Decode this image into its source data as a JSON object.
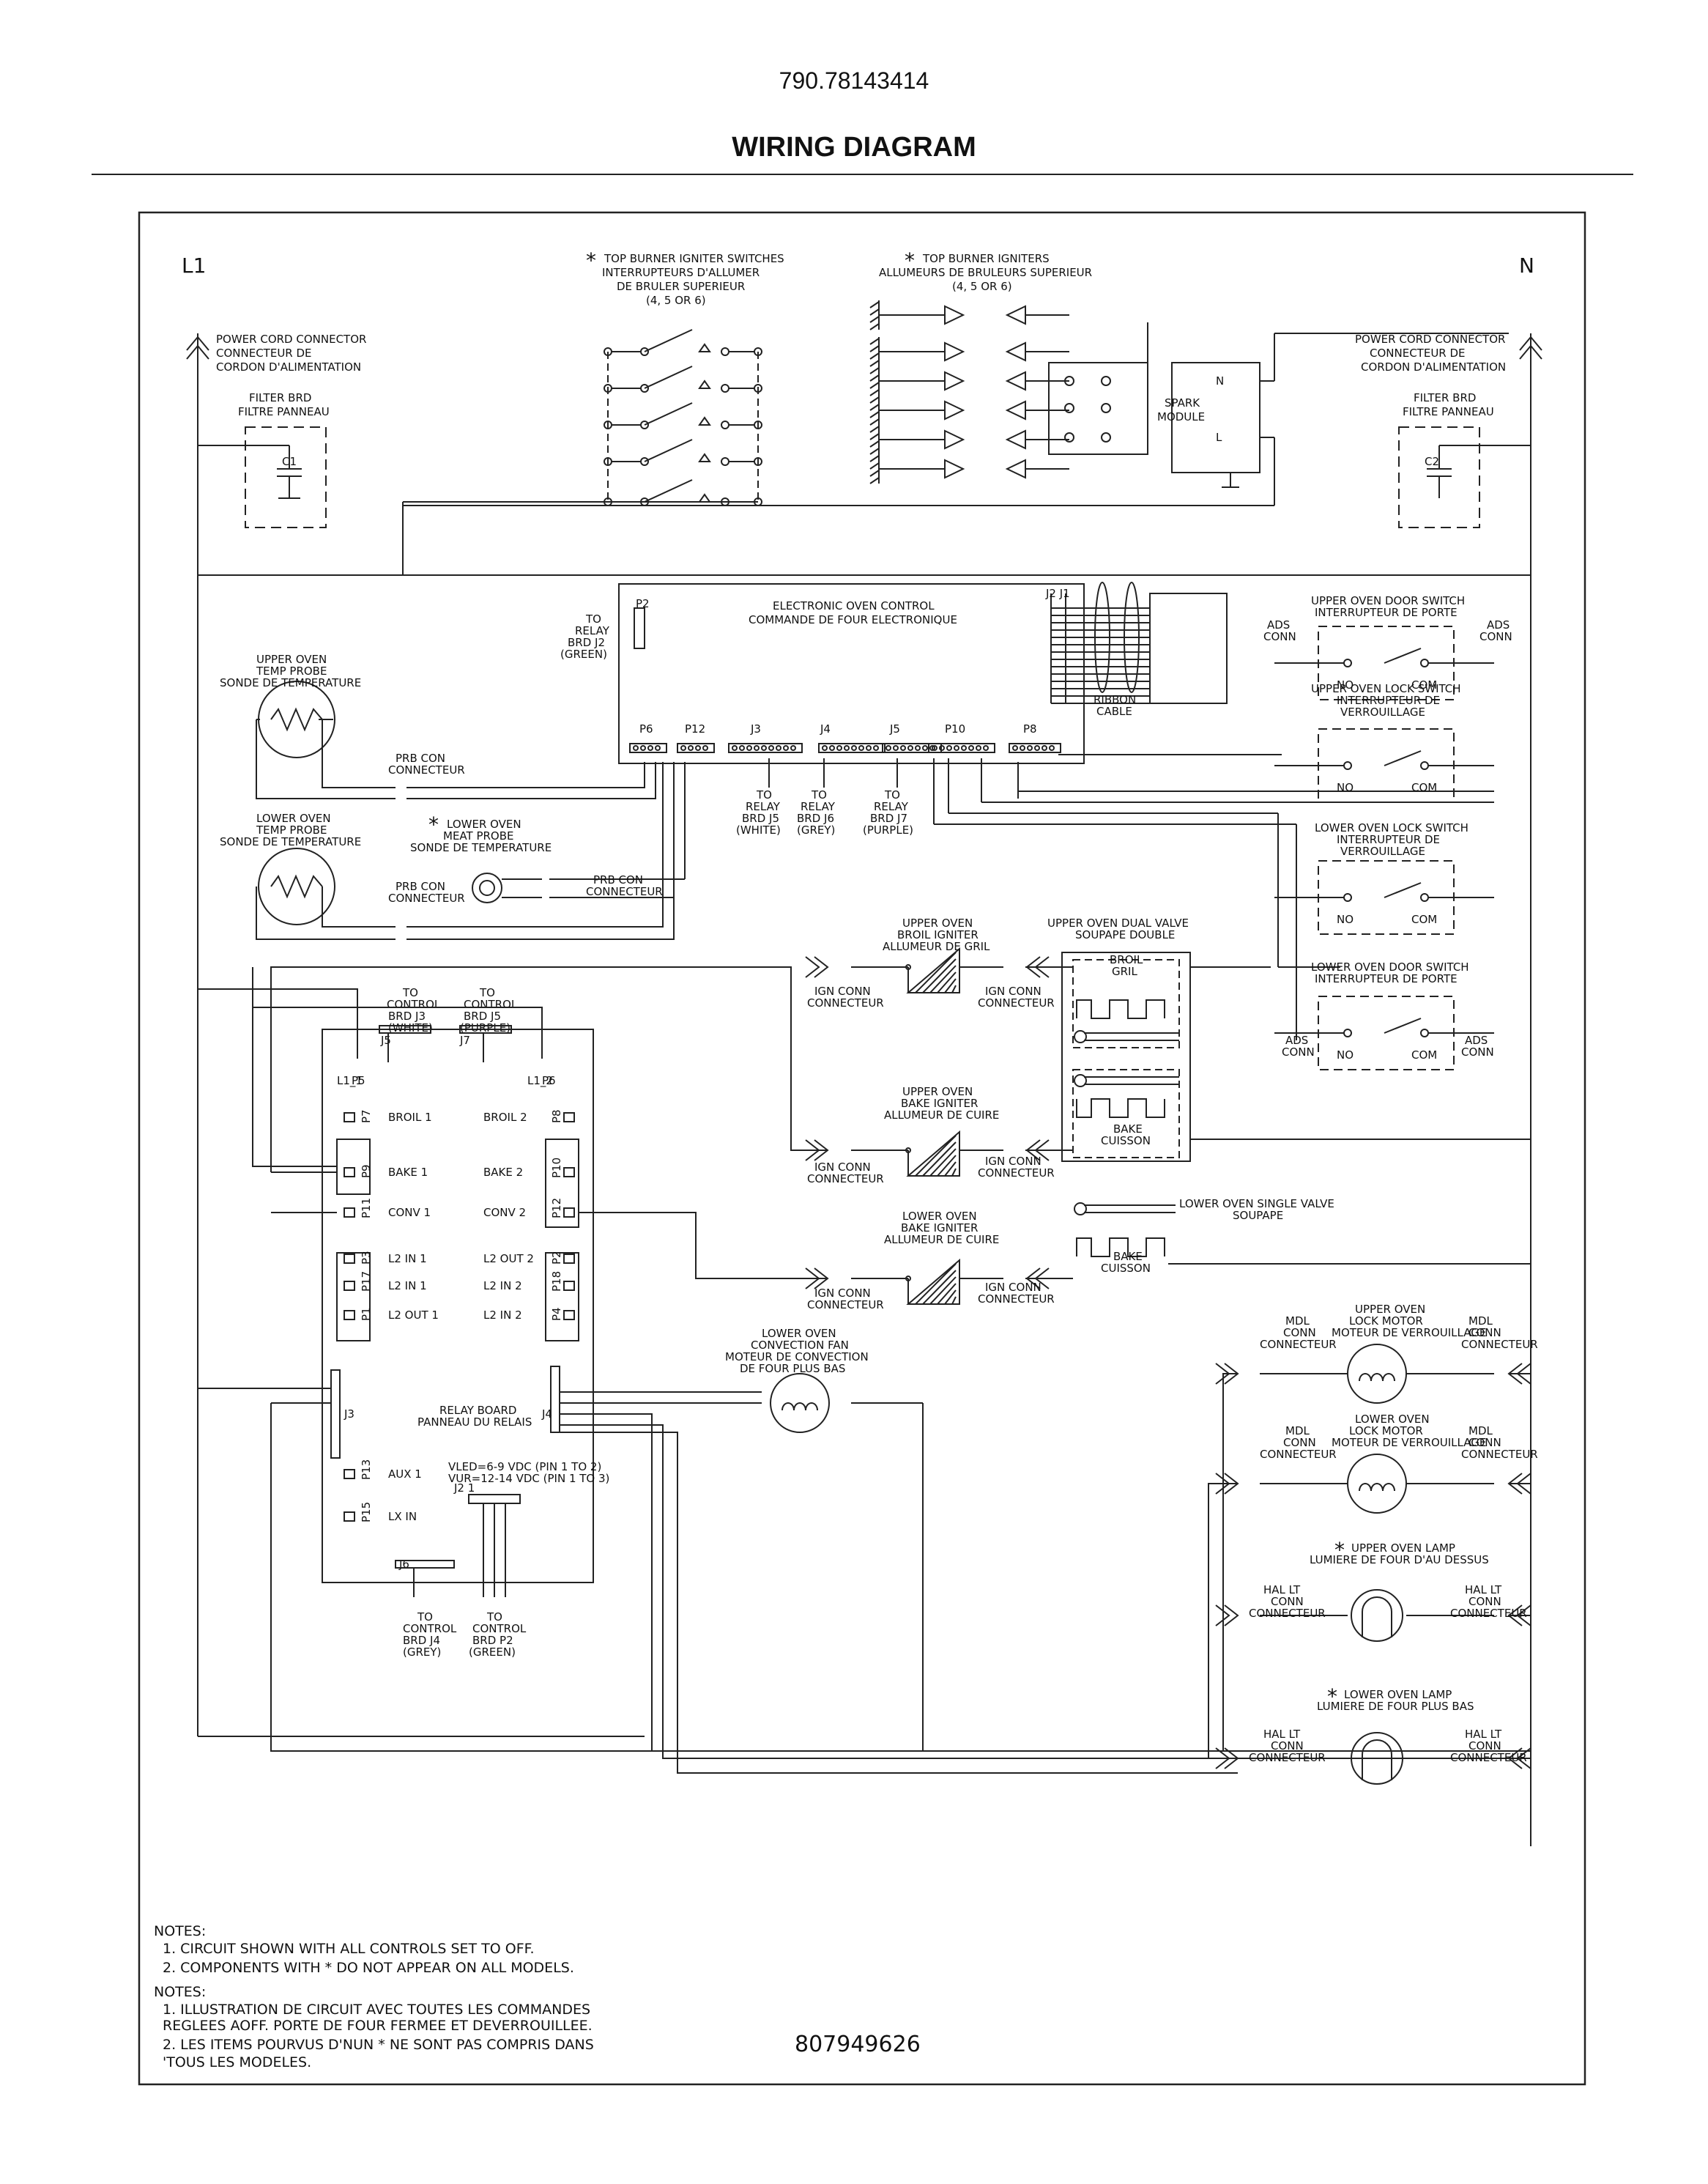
{
  "header": {
    "model_number": "790.78143414",
    "title": "WIRING DIAGRAM"
  },
  "rails": {
    "left": "L1",
    "right": "N"
  },
  "left_column": {
    "power_cord": [
      "POWER CORD CONNECTOR",
      "CONNECTEUR DE",
      "CORDON D'ALIMENTATION"
    ],
    "filter": [
      "FILTER BRD",
      "FILTRE PANNEAU"
    ],
    "cap": "C1",
    "upper_probe": [
      "UPPER OVEN",
      "TEMP PROBE",
      "SONDE DE TEMPERATURE"
    ],
    "lower_probe": [
      "LOWER OVEN",
      "TEMP PROBE",
      "SONDE DE TEMPERATURE"
    ],
    "prb_con": [
      "PRB CON",
      "CONNECTEUR"
    ],
    "meat_probe": [
      "LOWER OVEN",
      "MEAT PROBE",
      "SONDE DE TEMPERATURE"
    ],
    "prb_con2": [
      "PRB CON",
      "CONNECTEUR"
    ],
    "prb_con3": [
      "PRB CON",
      "CONNECTEUR"
    ]
  },
  "right_column": {
    "power_cord": [
      "POWER CORD CONNECTOR",
      "CONNECTEUR DE",
      "CORDON D'ALIMENTATION"
    ],
    "filter": [
      "FILTER BRD",
      "FILTRE PANNEAU"
    ],
    "cap": "C2"
  },
  "top": {
    "switches": [
      "TOP BURNER IGNITER SWITCHES",
      "INTERRUPTEURS D'ALLUMER",
      "DE BRULER SUPERIEUR",
      "(4, 5 OR 6)"
    ],
    "igniters": [
      "TOP BURNER IGNITERS",
      "ALLUMEURS DE BRULEURS SUPERIEUR",
      "(4, 5 OR 6)"
    ],
    "spark": [
      "SPARK",
      "MODULE"
    ],
    "n": "N",
    "l": "L"
  },
  "eoc": {
    "title": [
      "ELECTRONIC OVEN CONTROL",
      "COMMANDE DE FOUR ELECTRONIQUE"
    ],
    "p2_note": [
      "TO",
      "RELAY",
      "BRD J2",
      "(GREEN)"
    ],
    "p2": "P2",
    "j2j1": "J2  J1",
    "ribbon": [
      "RIBBON",
      "CABLE"
    ],
    "connectors": [
      "P6",
      "P12",
      "J3",
      "J4",
      "J5",
      "P10",
      "P8"
    ],
    "to_j5": [
      "TO",
      "RELAY",
      "BRD J5",
      "(WHITE)"
    ],
    "to_j6": [
      "TO",
      "RELAY",
      "BRD J6",
      "(GREY)"
    ],
    "to_j7": [
      "TO",
      "RELAY",
      "BRD J7",
      "(PURPLE)"
    ]
  },
  "switch_boxes": {
    "upper_door": [
      "UPPER OVEN DOOR SWITCH",
      "INTERRUPTEUR DE PORTE"
    ],
    "upper_lock": [
      "UPPER OVEN LOCK SWITCH",
      "INTERRUPTEUR DE",
      "VERROUILLAGE"
    ],
    "lower_lock": [
      "LOWER OVEN LOCK SWITCH",
      "INTERRUPTEUR DE",
      "VERROUILLAGE"
    ],
    "lower_door": [
      "LOWER OVEN DOOR SWITCH",
      "INTERRUPTEUR DE PORTE"
    ],
    "no": "NO",
    "com": "COM",
    "ads": [
      "ADS",
      "CONN"
    ]
  },
  "igniters": {
    "upper_broil": [
      "UPPER OVEN",
      "BROIL IGNITER",
      "ALLUMEUR DE GRIL"
    ],
    "upper_bake": [
      "UPPER OVEN",
      "BAKE IGNITER",
      "ALLUMEUR DE CUIRE"
    ],
    "lower_bake": [
      "LOWER OVEN",
      "BAKE IGNITER",
      "ALLUMEUR DE CUIRE"
    ],
    "ign_conn": [
      "IGN CONN",
      "CONNECTEUR"
    ]
  },
  "valves": {
    "dual": [
      "UPPER OVEN DUAL VALVE",
      "SOUPAPE DOUBLE"
    ],
    "broil": [
      "BROIL",
      "GRIL"
    ],
    "bake": [
      "BAKE",
      "CUISSON"
    ],
    "single": [
      "LOWER OVEN SINGLE VALVE",
      "SOUPAPE"
    ]
  },
  "relay_board": {
    "to_j3": [
      "TO",
      "CONTROL",
      "BRD J3",
      "(WHITE)"
    ],
    "to_j5": [
      "TO",
      "CONTROL",
      "BRD J5",
      "(PURPLE)"
    ],
    "title": [
      "RELAY BOARD",
      "PANNEAU DU RELAIS"
    ],
    "l1": [
      "L1_1",
      "P5"
    ],
    "l2": [
      "L1_2",
      "P6"
    ],
    "j5": "J5",
    "j7": "J7",
    "j3": "J3",
    "j4": "J4",
    "j2": "J2 1",
    "j6": "J6",
    "left_labels": [
      "BROIL 1",
      "BAKE 1",
      "CONV 1",
      "L2 IN 1",
      "L2 IN 1",
      "L2 OUT 1",
      "AUX 1",
      "LX IN"
    ],
    "left_pins": [
      "P7",
      "P9",
      "P11",
      "P3",
      "P17",
      "P1",
      "P13",
      "P15"
    ],
    "right_labels": [
      "BROIL 2",
      "BAKE 2",
      "CONV 2",
      "L2 OUT 2",
      "L2 IN 2",
      "L2 IN 2"
    ],
    "right_pins": [
      "P8",
      "P10",
      "P12",
      "P2",
      "P18",
      "P4"
    ],
    "vled": [
      "VLED=6-9 VDC (PIN 1 TO 2)",
      "VUR=12-14 VDC (PIN 1 TO 3)"
    ],
    "to_j4": [
      "TO",
      "CONTROL",
      "BRD J4",
      "(GREY)"
    ],
    "to_p2": [
      "TO",
      "CONTROL",
      "BRD P2",
      "(GREEN)"
    ]
  },
  "motors": {
    "conv_fan": [
      "LOWER OVEN",
      "CONVECTION FAN",
      "MOTEUR DE CONVECTION",
      "DE FOUR PLUS BAS"
    ],
    "upper_lock": [
      "UPPER OVEN",
      "LOCK MOTOR",
      "MOTEUR DE VERROUILLAGE"
    ],
    "lower_lock": [
      "LOWER OVEN",
      "LOCK MOTOR",
      "MOTEUR DE VERROUILLAGE"
    ],
    "mdl_conn": [
      "MDL",
      "CONN",
      "CONNECTEUR"
    ]
  },
  "lamps": {
    "upper": [
      "UPPER OVEN LAMP",
      "LUMIERE DE FOUR D'AU DESSUS"
    ],
    "lower": [
      "LOWER OVEN LAMP",
      "LUMIERE DE FOUR PLUS BAS"
    ],
    "hal_conn": [
      "HAL LT",
      "CONN",
      "CONNECTEUR"
    ]
  },
  "notes": {
    "heading": "NOTES:",
    "en": [
      "1.  CIRCUIT SHOWN WITH ALL CONTROLS SET TO OFF.",
      "2.  COMPONENTS WITH  *  DO NOT APPEAR ON ALL MODELS."
    ],
    "fr": [
      "1.  ILLUSTRATION DE CIRCUIT AVEC TOUTES LES COMMANDES",
      "     REGLEES AOFF. PORTE DE FOUR FERMEE ET DEVERROUILLEE.",
      "2.  LES ITEMS POURVUS D'NUN * NE SONT PAS COMPRIS DANS",
      "     'TOUS LES MODELES."
    ],
    "part_number": "807949626"
  }
}
